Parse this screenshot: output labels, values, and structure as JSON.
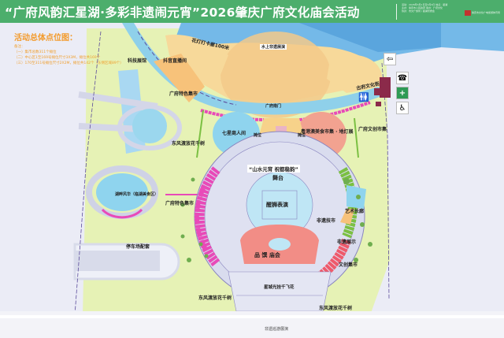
{
  "header": {
    "title": "“广府风韵汇星湖·多彩非遗闹元宵”2026肇庆广府文化庙会活动",
    "info_lines": [
      "活动：2026年3月1日至3月3日 地点：星湖",
      "主办：肇庆市人民政府 承办：广府文化",
      "协办：市文广旅局 / 星湖管委会"
    ],
    "organizer_logo_text": "肇庆市文化广电旅游体育局"
  },
  "legend": {
    "title": "活动总体点位图：",
    "notes_label": "备注：",
    "notes": [
      "（一）集市总数311个摊位",
      "（二）中心区1至169号摊位尺寸3X3M，摊位共169个",
      "（三）170至311号摊位尺寸2X2M，摊位共142个（东侧区域89个）"
    ]
  },
  "zones": {
    "lantern_100": "花灯打卡廊100米",
    "water_show": "水上非遗展演",
    "tech_pavilion": "科技展馆",
    "douyin_market": "抖音直播间",
    "cantonese_market": "广府特色集市",
    "qixing_square": "七星商人间",
    "ancient_street": "古府文化街",
    "guangfu_culture": "广府文创市集",
    "food_market_right": "粤港澳美食市集 · 地灯展",
    "main_stage": "“山水元宵 祝都稳韵”",
    "stage": "舞台",
    "center_performance": "醒狮表演",
    "pinwei_temple": "品 馔 庙会",
    "arts_gallery": "艺术长廊",
    "chinese_market": "非遗技市",
    "cultural_show": "非遗展示",
    "tradition_fair": "文创集市",
    "lakeside_tree_left": "东风渡放花千树",
    "lakeside_tree_right": "东风渡放花千树",
    "wisdom_lake": "湖畔风华（临湖美食区）",
    "parking": "停车场配套",
    "ferry_entrance": "星城光挂千飞花",
    "north_gate": "广府南门",
    "south_label": "非遗巡游展演",
    "side_market": "广府特色集市",
    "booth_top": "摊位",
    "east_bridge": "东风渡放花千树"
  },
  "facilities": {
    "exit": "exit-icon",
    "service": "service-icon",
    "first_aid": "first-aid-icon",
    "accessible": "accessible-toilet-icon",
    "toilet": "toilet-icon"
  },
  "colors": {
    "header_green": "#4cae6c",
    "legend_orange": "#f39a2a",
    "water": "#8fd0ea",
    "grass": "#e6f2b5",
    "sand": "#f7d99a",
    "magenta": "#e84ab8",
    "green_stalls": "#7bc043",
    "salmon": "#f2a290",
    "red_stalls": "#ef5a6b",
    "maroon": "#8b2a4a"
  }
}
